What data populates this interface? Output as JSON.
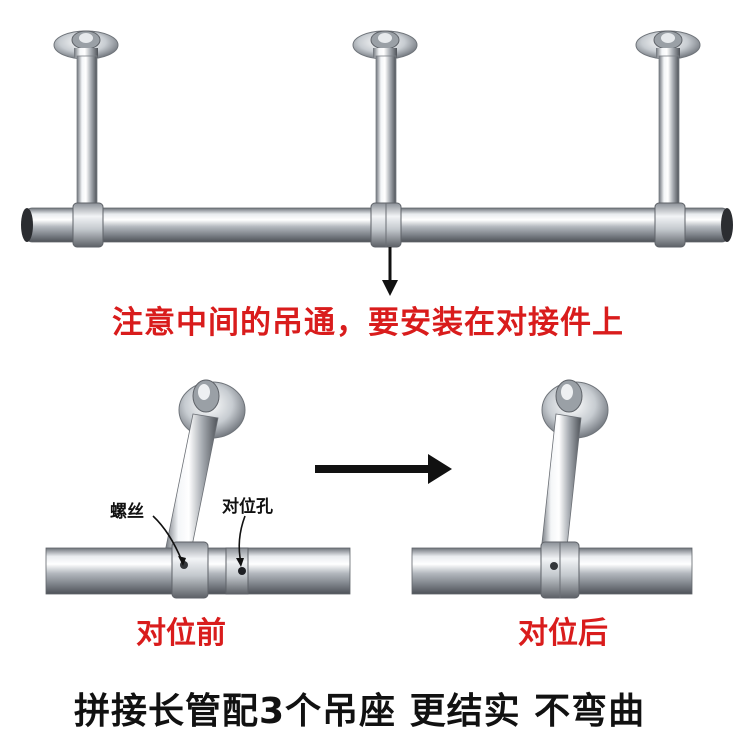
{
  "captions": {
    "top_notice": "注意中间的吊通，要安装在对接件上",
    "bottom_slogan": "拼接长管配3个吊座 更结实 不弯曲"
  },
  "labels": {
    "screw": "螺丝",
    "alignment_hole": "对位孔",
    "before_alignment": "对位前",
    "after_alignment": "对位后"
  },
  "colors": {
    "caption_red": "#d91c1c",
    "text_black": "#111111",
    "steel": "#b9bec4"
  }
}
